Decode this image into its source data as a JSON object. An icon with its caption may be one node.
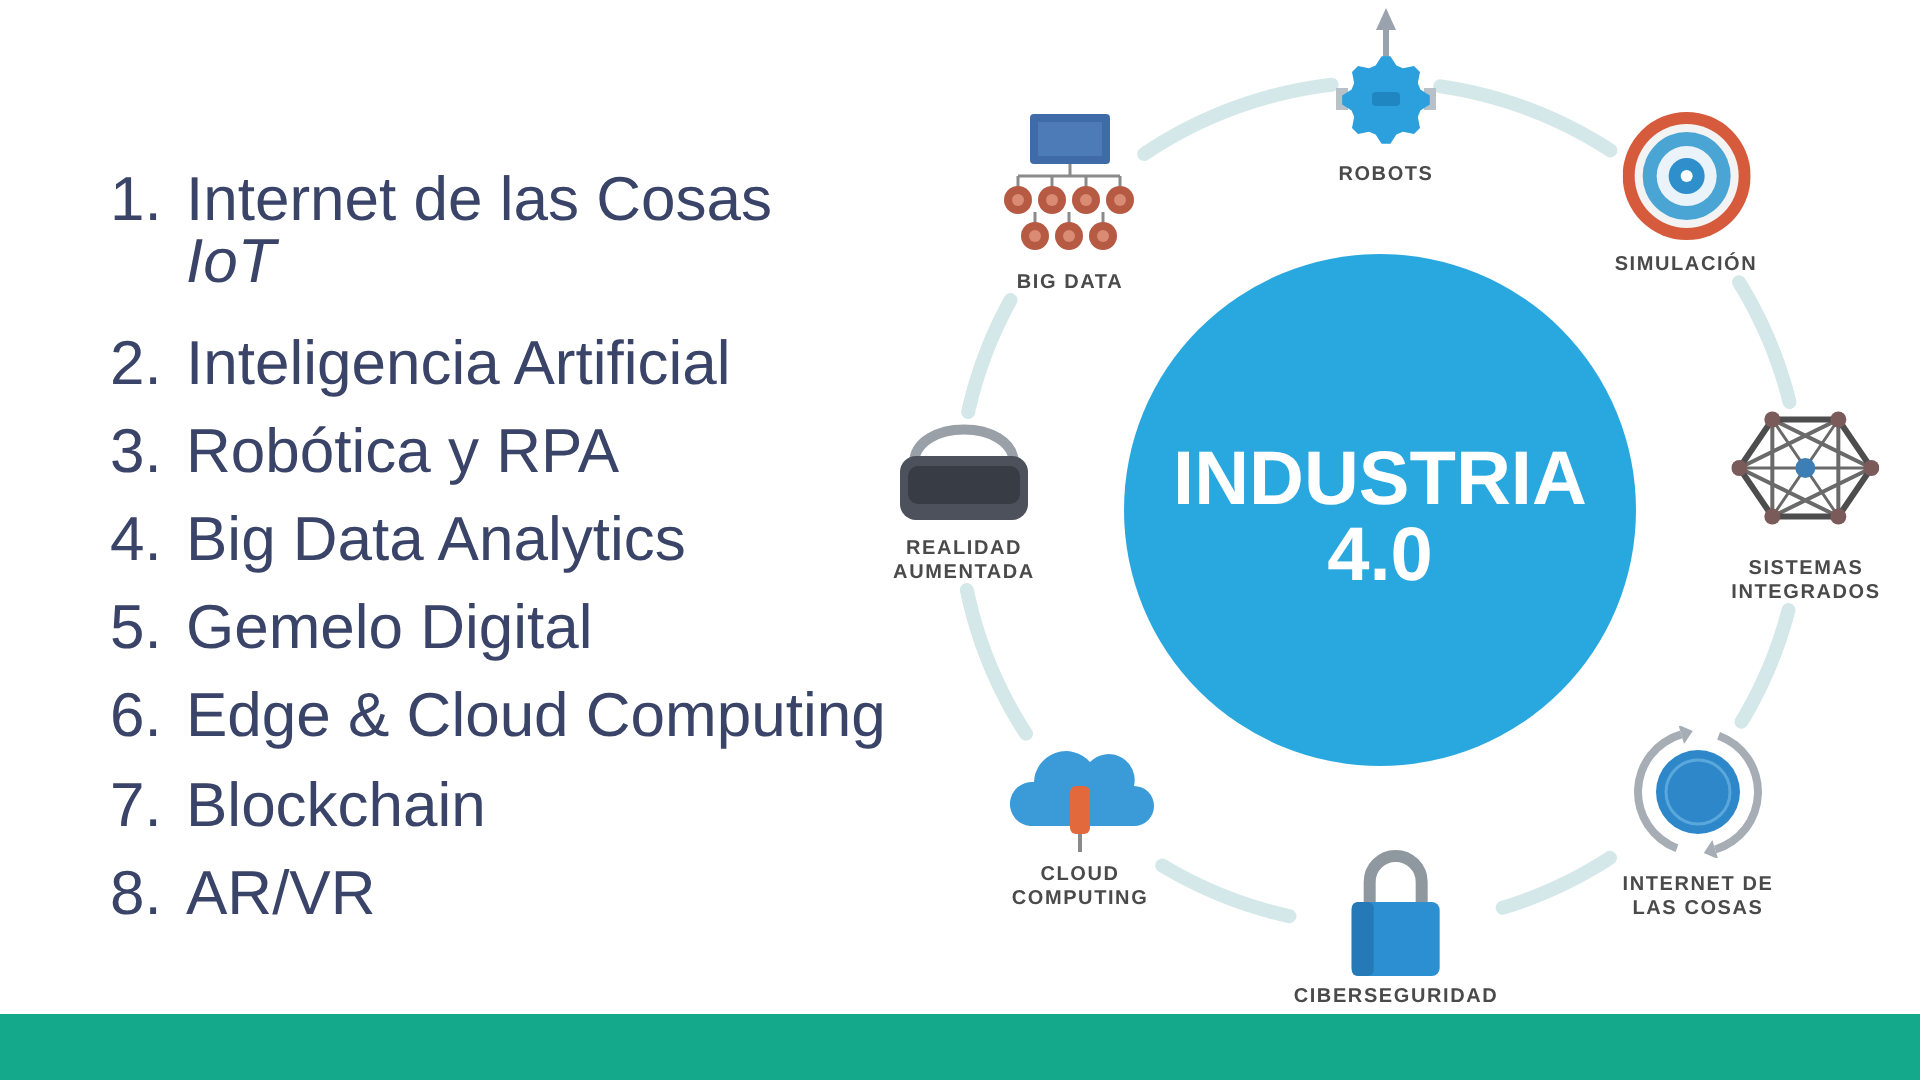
{
  "diagram": {
    "nodes": [
      {
        "text": [
          "INDUSTRIA 4.0"
        ]
      },
      {
        "text": [
          "BIG DATA"
        ]
      },
      {
        "text": [
          "ROBOTS"
        ]
      },
      {
        "text": [
          "SIMULACIÓN"
        ]
      },
      {
        "text": [
          "SISTEMAS INTEGRADOS"
        ]
      },
      {
        "text": [
          "INTERNET DE LAS COSAS"
        ]
      },
      {
        "text": [
          "CIBERSEGURIDAD"
        ]
      },
      {
        "text": [
          "CLOUD COMPUTING"
        ]
      },
      {
        "text": [
          "REALIDAD AUMENTADA"
        ]
      }
    ],
    "edges": [
      {
        "from": 1,
        "to": 2,
        "arrow": "none"
      },
      {
        "from": 2,
        "to": 3,
        "arrow": "none"
      },
      {
        "from": 3,
        "to": 4,
        "arrow": "none"
      },
      {
        "from": 4,
        "to": 5,
        "arrow": "none"
      },
      {
        "from": 5,
        "to": 6,
        "arrow": "none"
      },
      {
        "from": 6,
        "to": 7,
        "arrow": "none"
      },
      {
        "from": 7,
        "to": 8,
        "arrow": "none"
      },
      {
        "from": 8,
        "to": 1,
        "arrow": "none"
      }
    ],
    "labels": [
      "1.",
      "Internet de las Cosas *IoT*",
      "2.",
      "Inteligencia Artificial",
      "3.",
      "Robótica y RPA",
      "4.",
      "Big Data Analytics",
      "5.",
      "Gemelo Digital",
      "6.",
      "Edge & Cloud Computing",
      "7.",
      "Blockchain",
      "8.",
      "AR/VR"
    ]
  }
}
